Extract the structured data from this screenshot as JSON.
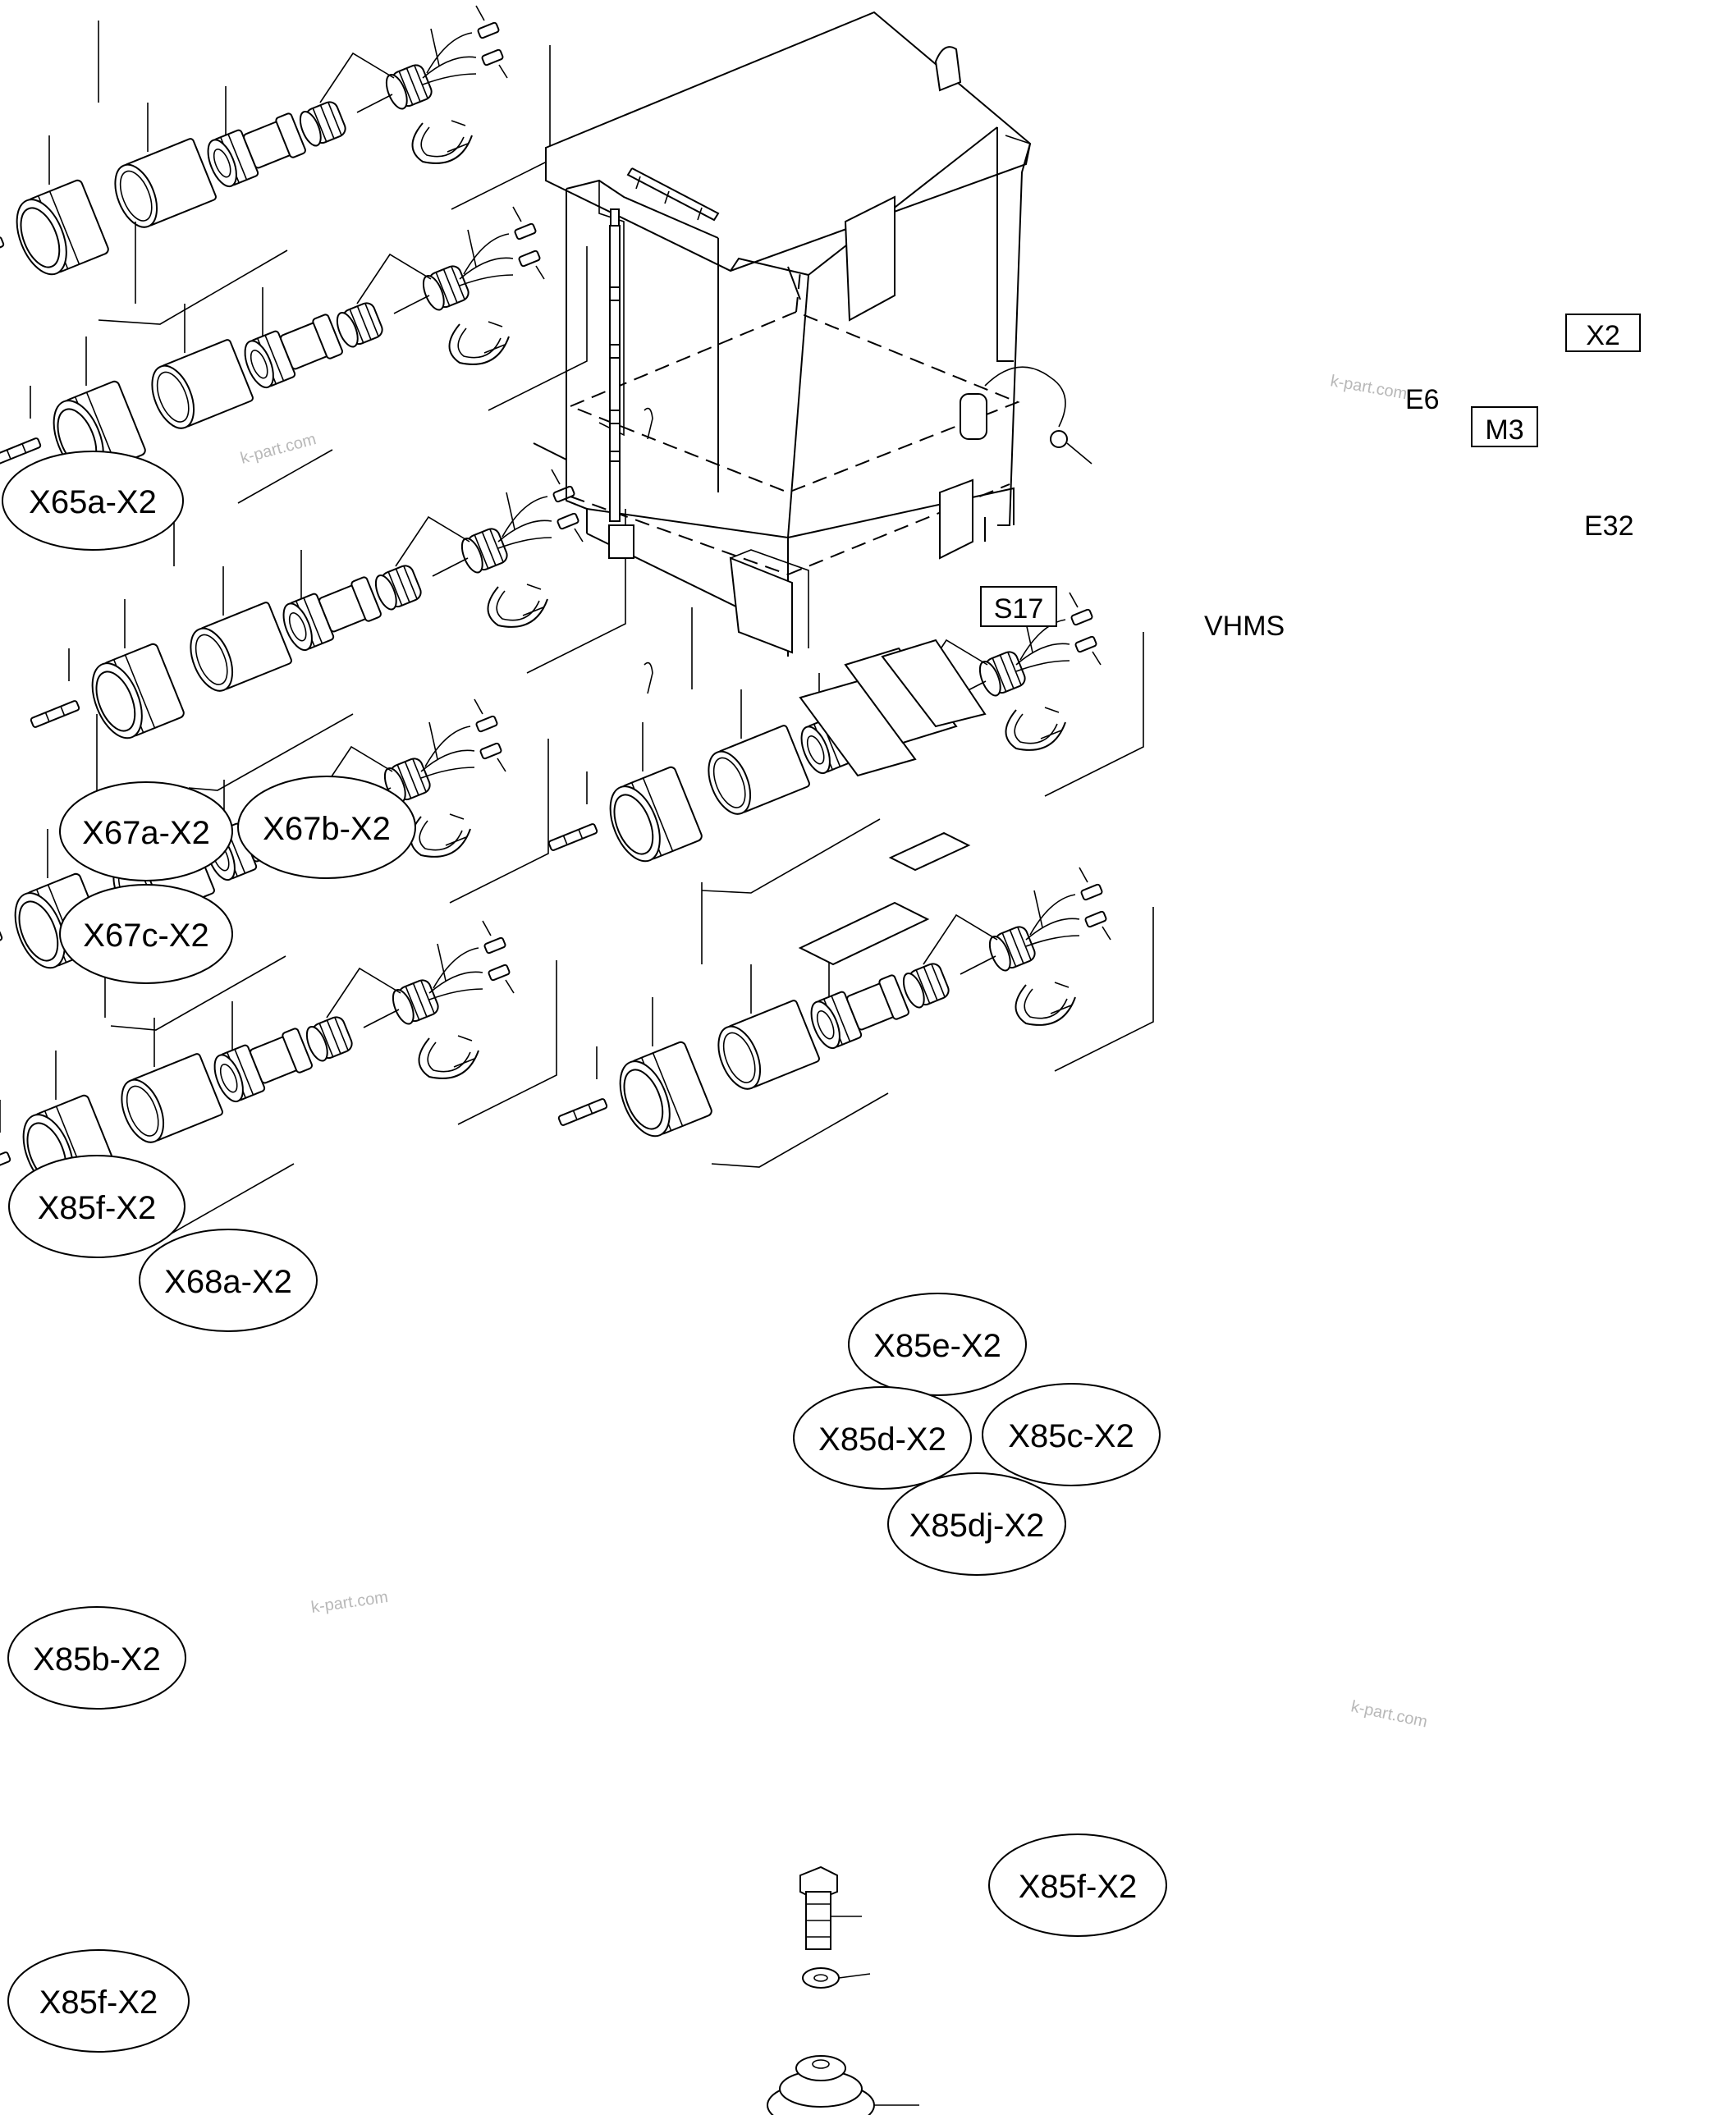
{
  "connector_labels": {
    "x65a": "X65a-X2",
    "x67a": "X67a-X2",
    "x67b": "X67b-X2",
    "x67c": "X67c-X2",
    "x85f_1": "X85f-X2",
    "x68a": "X68a-X2",
    "x85b": "X85b-X2",
    "x85f_2": "X85f-X2",
    "x85e": "X85e-X2",
    "x85d": "X85d-X2",
    "x85c": "X85c-X2",
    "x85dj": "X85dj-X2",
    "x85f_3": "X85f-X2"
  },
  "component_labels": {
    "x2": "X2",
    "e6": "E6",
    "m3": "M3",
    "e32": "E32",
    "s17": "S17",
    "vhms": "VHMS"
  },
  "watermark": "k-part.com"
}
